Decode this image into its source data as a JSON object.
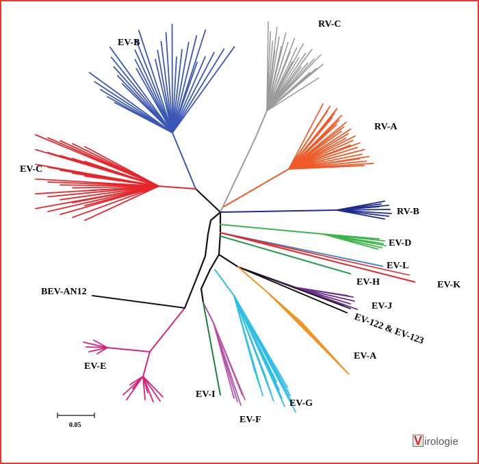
{
  "scale_bar": {
    "label": "0.05"
  },
  "logo": {
    "first_letter": "V",
    "rest": "irologie"
  },
  "colors": {
    "frame": "#e8392f",
    "ev_b": "#3a57b5",
    "rv_c": "#9b9b9b",
    "rv_a": "#ef5a28",
    "ev_c": "#e6262b",
    "rv_b": "#1e2b8c",
    "ev_d": "#3bb449",
    "ev_l": "#4a86c8",
    "ev_h": "#1d9a4a",
    "ev_k": "#e6262b",
    "ev_j": "#6a2c8e",
    "ev_122": "#111111",
    "ev_a": "#f39321",
    "ev_g": "#2fbfe6",
    "ev_f": "#b452a8",
    "ev_i": "#1a7f3c",
    "ev_e": "#d4237a",
    "bev": "#111111",
    "backbone": "#111111"
  },
  "clades": [
    {
      "key": "ev_b",
      "label": "EV-B",
      "color": "#3a57b5"
    },
    {
      "key": "rv_c",
      "label": "RV-C",
      "color": "#9b9b9b"
    },
    {
      "key": "rv_a",
      "label": "RV-A",
      "color": "#ef5a28"
    },
    {
      "key": "ev_c",
      "label": "EV-C",
      "color": "#e6262b"
    },
    {
      "key": "rv_b",
      "label": "RV-B",
      "color": "#1e2b8c"
    },
    {
      "key": "ev_d",
      "label": "EV-D",
      "color": "#3bb449"
    },
    {
      "key": "ev_l",
      "label": "EV-L",
      "color": "#4a86c8"
    },
    {
      "key": "ev_h",
      "label": "EV-H",
      "color": "#1d9a4a"
    },
    {
      "key": "ev_k",
      "label": "EV-K",
      "color": "#e6262b"
    },
    {
      "key": "ev_j",
      "label": "EV-J",
      "color": "#6a2c8e"
    },
    {
      "key": "ev_122",
      "label": "EV-122 & EV-123",
      "color": "#111111"
    },
    {
      "key": "ev_a",
      "label": "EV-A",
      "color": "#f39321"
    },
    {
      "key": "ev_g",
      "label": "EV-G",
      "color": "#2fbfe6"
    },
    {
      "key": "ev_f",
      "label": "EV-F",
      "color": "#b452a8"
    },
    {
      "key": "ev_i",
      "label": "EV-I",
      "color": "#1a7f3c"
    },
    {
      "key": "ev_e",
      "label": "EV-E",
      "color": "#d4237a"
    },
    {
      "key": "bev",
      "label": "BEV-AN12",
      "color": "#111111"
    }
  ]
}
